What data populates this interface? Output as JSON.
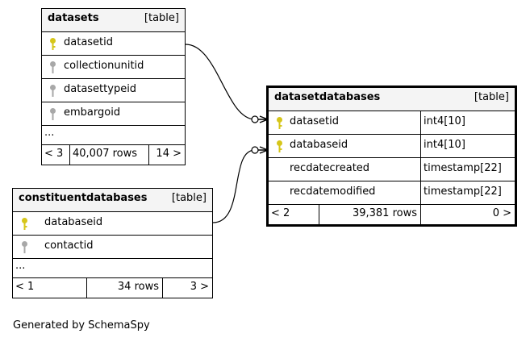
{
  "tables": {
    "datasets": {
      "name": "datasets",
      "tag": "[table]",
      "columns": [
        {
          "name": "datasetid",
          "key": "primary"
        },
        {
          "name": "collectionunitid",
          "key": "foreign"
        },
        {
          "name": "datasettypeid",
          "key": "foreign"
        },
        {
          "name": "embargoid",
          "key": "foreign"
        }
      ],
      "ellipsis": "...",
      "footer": {
        "parents": "< 3",
        "rows": "40,007 rows",
        "children": "14 >"
      }
    },
    "constituentdatabases": {
      "name": "constituentdatabases",
      "tag": "[table]",
      "columns": [
        {
          "name": "databaseid",
          "key": "primary"
        },
        {
          "name": "contactid",
          "key": "foreign"
        }
      ],
      "ellipsis": "...",
      "footer": {
        "parents": "< 1",
        "rows": "34 rows",
        "children": "3 >"
      }
    },
    "datasetdatabases": {
      "name": "datasetdatabases",
      "tag": "[table]",
      "columns": [
        {
          "name": "datasetid",
          "type": "int4[10]",
          "key": "primary"
        },
        {
          "name": "databaseid",
          "type": "int4[10]",
          "key": "primary"
        },
        {
          "name": "recdatecreated",
          "type": "timestamp[22]",
          "key": "none"
        },
        {
          "name": "recdatemodified",
          "type": "timestamp[22]",
          "key": "none"
        }
      ],
      "footer": {
        "parents": "< 2",
        "rows": "39,381 rows",
        "children": "0 >"
      }
    }
  },
  "colors": {
    "primary_key": "#d6c61a",
    "foreign_key": "#a8a8a8",
    "header_bg": "#f4f4f4"
  },
  "footer_text": "Generated by SchemaSpy"
}
